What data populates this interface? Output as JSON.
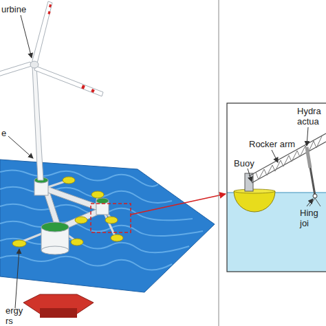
{
  "diagram": {
    "labels": [
      "urbine",
      "e",
      "ergy rs",
      "Hydra actua",
      "Rocker arm",
      "Buoy",
      "Hing joi"
    ]
  }
}
